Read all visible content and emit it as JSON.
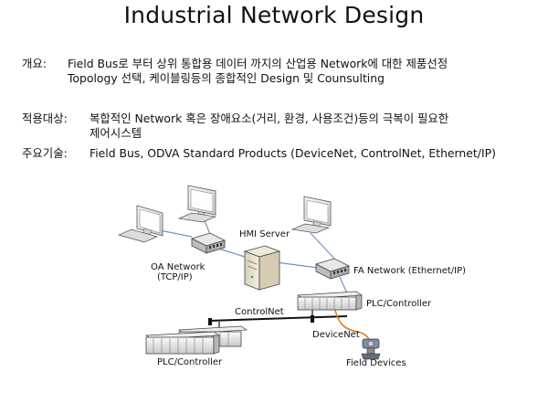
{
  "title": "Industrial Network Design",
  "sections": [
    {
      "label": "개요:",
      "lines": [
        "Field Bus로 부터 상위 통합용 데이터 까지의 산업용 Network에 대한 제품선정",
        "Topology 선택, 케이블링등의 종합적인 Design 및 Counsulting"
      ]
    },
    {
      "label": "적용대상:",
      "lines": [
        "복합적인 Network 혹은 장애요소(거리, 환경, 사용조건)등의 극복이 필요한",
        "제어시스템"
      ]
    },
    {
      "label": "주요기술:",
      "lines": [
        "Field Bus, ODVA Standard Products (DeviceNet, ControlNet, Ethernet/IP)"
      ]
    }
  ],
  "diagram": {
    "hmi_server": "HMI Server",
    "oa_network_line1": "OA Network",
    "oa_network_line2": "(TCP/IP)",
    "fa_network": "FA Network (Ethernet/IP)",
    "plc_controller_top": "PLC/Controller",
    "controlnet": "ControlNet",
    "devicenet": "DeviceNet",
    "plc_controller_bottom": "PLC/Controller",
    "field_devices": "Field Devices",
    "colors": {
      "ethernet_line": "#6f95c8",
      "devicenet_cable": "#e07b1e",
      "controlnet_bus": "#111111"
    }
  }
}
